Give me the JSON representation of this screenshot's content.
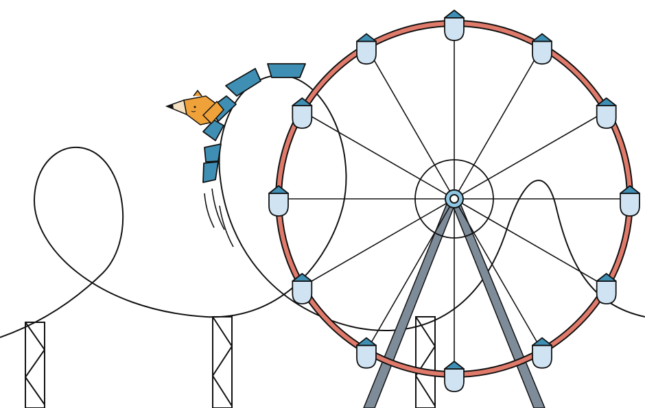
{
  "colors": {
    "background": "#ffffff",
    "ink": "#111111",
    "wheel_rim": "#e07a6a",
    "gondola_fill": "#cfe3f3",
    "gondola_roof": "#3f8fb4",
    "hub_fill": "#8ec7e3",
    "wheel_legs": "#7e8c99",
    "coaster_car": "#3f8fb4",
    "fox_body": "#f0a23a"
  },
  "icons": {
    "ferris_wheel": "ferris-wheel-icon",
    "gondola": "gondola-icon",
    "roller_coaster_track": "roller-coaster-track-icon",
    "coaster_car": "coaster-car-icon",
    "fox_mascot": "fox-mascot-icon",
    "support_tower": "support-tower-icon"
  },
  "ferris_wheel": {
    "gondola_count": 12,
    "spoke_count": 12
  },
  "coaster": {
    "car_count": 6,
    "support_tower_count": 3
  }
}
